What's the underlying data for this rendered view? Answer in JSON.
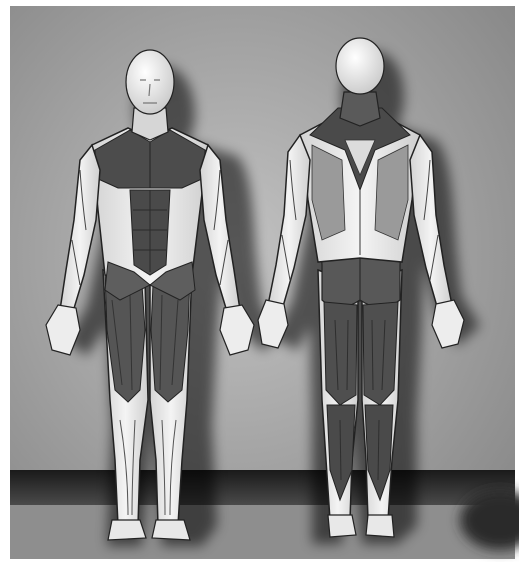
{
  "figure": {
    "subject": "anatomical-muscle-illustration",
    "views": [
      "front-view",
      "back-view"
    ],
    "palette": {
      "background_light": "#b9b9b9",
      "background_dark": "#7d7d7d",
      "floor": "#161616",
      "body": "#ececec",
      "body_shade": "#cfcfcf",
      "muscle": "#5a5a5a",
      "muscle_dark": "#3a3a3a",
      "outline": "#1e1e1e",
      "shadow": "#000000"
    }
  }
}
